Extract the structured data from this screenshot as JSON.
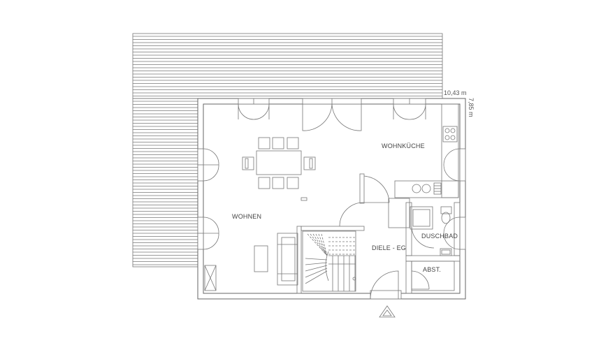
{
  "plan": {
    "rooms": {
      "living": "WOHNEN",
      "kitchen": "WOHNKÜCHE",
      "hall": "DIELE - EG",
      "shower": "DUSCHBAD",
      "storage": "ABST."
    },
    "dimensions": {
      "width": "10,43 m",
      "depth": "7,85 m"
    },
    "icons": {
      "north": "north-arrow-icon"
    },
    "colors": {
      "line": "#666666",
      "background": "#ffffff"
    }
  }
}
